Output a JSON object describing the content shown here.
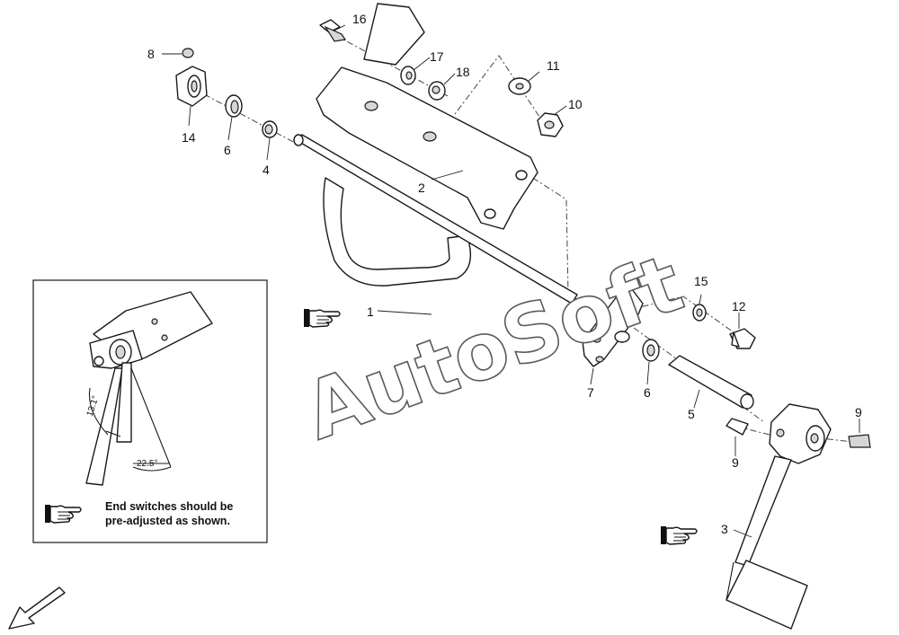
{
  "callouts": {
    "c1": "1",
    "c2": "2",
    "c3": "3",
    "c4": "4",
    "c5": "5",
    "c6a": "6",
    "c6b": "6",
    "c7": "7",
    "c8": "8",
    "c9a": "9",
    "c9b": "9",
    "c10": "10",
    "c11": "11",
    "c12": "12",
    "c14": "14",
    "c15": "15",
    "c16": "16",
    "c17": "17",
    "c18": "18"
  },
  "inset": {
    "angle_a": "13.1°",
    "angle_b": "22.5°",
    "note_line1": "End switches should be",
    "note_line2": "pre-adjusted as shown."
  },
  "watermark": "AutoSoft",
  "icons": [
    "pointing-hand-icon",
    "direction-arrow-icon"
  ],
  "colors": {
    "line": "#1a1a1a",
    "background": "#ffffff",
    "watermark_stroke": "#5a5a5a"
  }
}
